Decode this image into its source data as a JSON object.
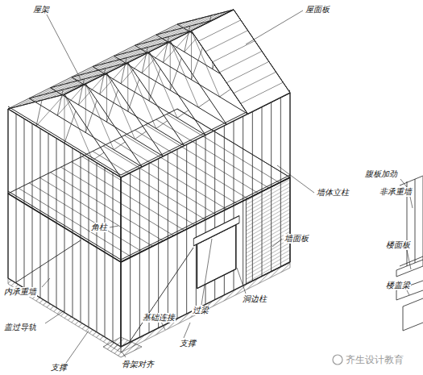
{
  "diagram": {
    "labels": [
      "屋架",
      "屋面板",
      "角柱",
      "墙体立柱",
      "墙面板",
      "洞边柱",
      "过梁",
      "基础连接",
      "支撑",
      "骨架对齐",
      "支撑",
      "内承重墙",
      "盖过导轨",
      "腹板加劲",
      "非承重墙",
      "楼面板",
      "楼盖梁",
      "齐生设计教育"
    ]
  }
}
